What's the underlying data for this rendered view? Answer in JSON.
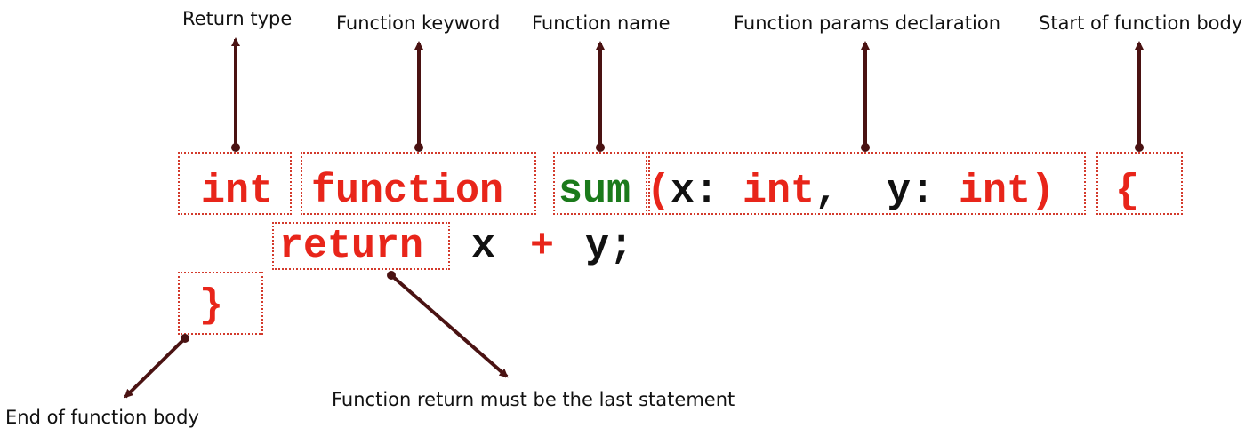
{
  "labels": {
    "return_type": "Return type",
    "function_keyword": "Function keyword",
    "function_name": "Function name",
    "function_params": "Function params declaration",
    "start_body": "Start of function body",
    "end_body": "End of function body",
    "return_last": "Function return must be the last statement"
  },
  "code": {
    "line1": {
      "ret_type": "int",
      "keyword": "function",
      "name": "sum",
      "open_paren": "(",
      "p1_name": "x: ",
      "p1_type": "int",
      "comma": ", ",
      "p2_name": "y: ",
      "p2_type": "int",
      "close_paren": ")",
      "open_brace": "{"
    },
    "line2": {
      "return_kw": "return",
      "x": "x",
      "plus": "+",
      "y": "y;"
    },
    "line3": {
      "close_brace": "}"
    }
  },
  "colors": {
    "keyword": "#e8251a",
    "function_name": "#1b7a1b",
    "plain": "#111111",
    "box_border": "#d33a2c",
    "arrow": "#4a1212"
  }
}
